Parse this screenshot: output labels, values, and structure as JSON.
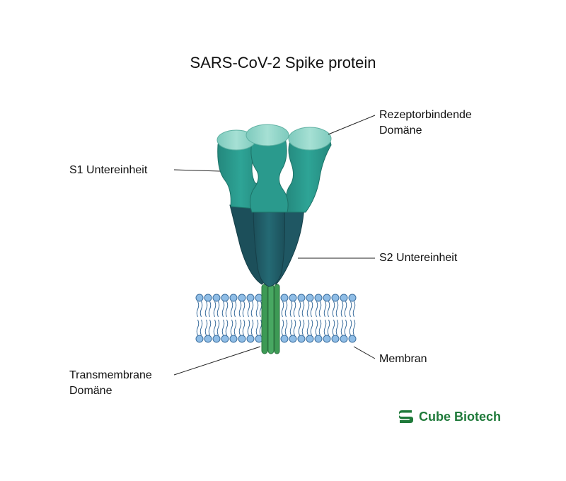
{
  "title": "SARS-CoV-2 Spike protein",
  "labels": {
    "receptor_binding_line1": "Rezeptorbindende",
    "receptor_binding_line2": "Domäne",
    "s1": "S1 Untereinheit",
    "s2": "S2 Untereinheit",
    "transmembrane_line1": "Transmembrane",
    "transmembrane_line2": "Domäne",
    "membrane": "Membran"
  },
  "brand": {
    "name": "Cube Biotech",
    "icon": "cube-biotech-s-logo-icon"
  },
  "colors": {
    "s1_domain": "#2a9a8d",
    "receptor_binding_domain": "#8fd5c8",
    "s2_domain": "#1f5a66",
    "transmembrane": "#3d9a55",
    "lipid_head": "#8fbde6",
    "lipid_head_stroke": "#3d6f9e",
    "brand_green": "#1f7a3a"
  }
}
